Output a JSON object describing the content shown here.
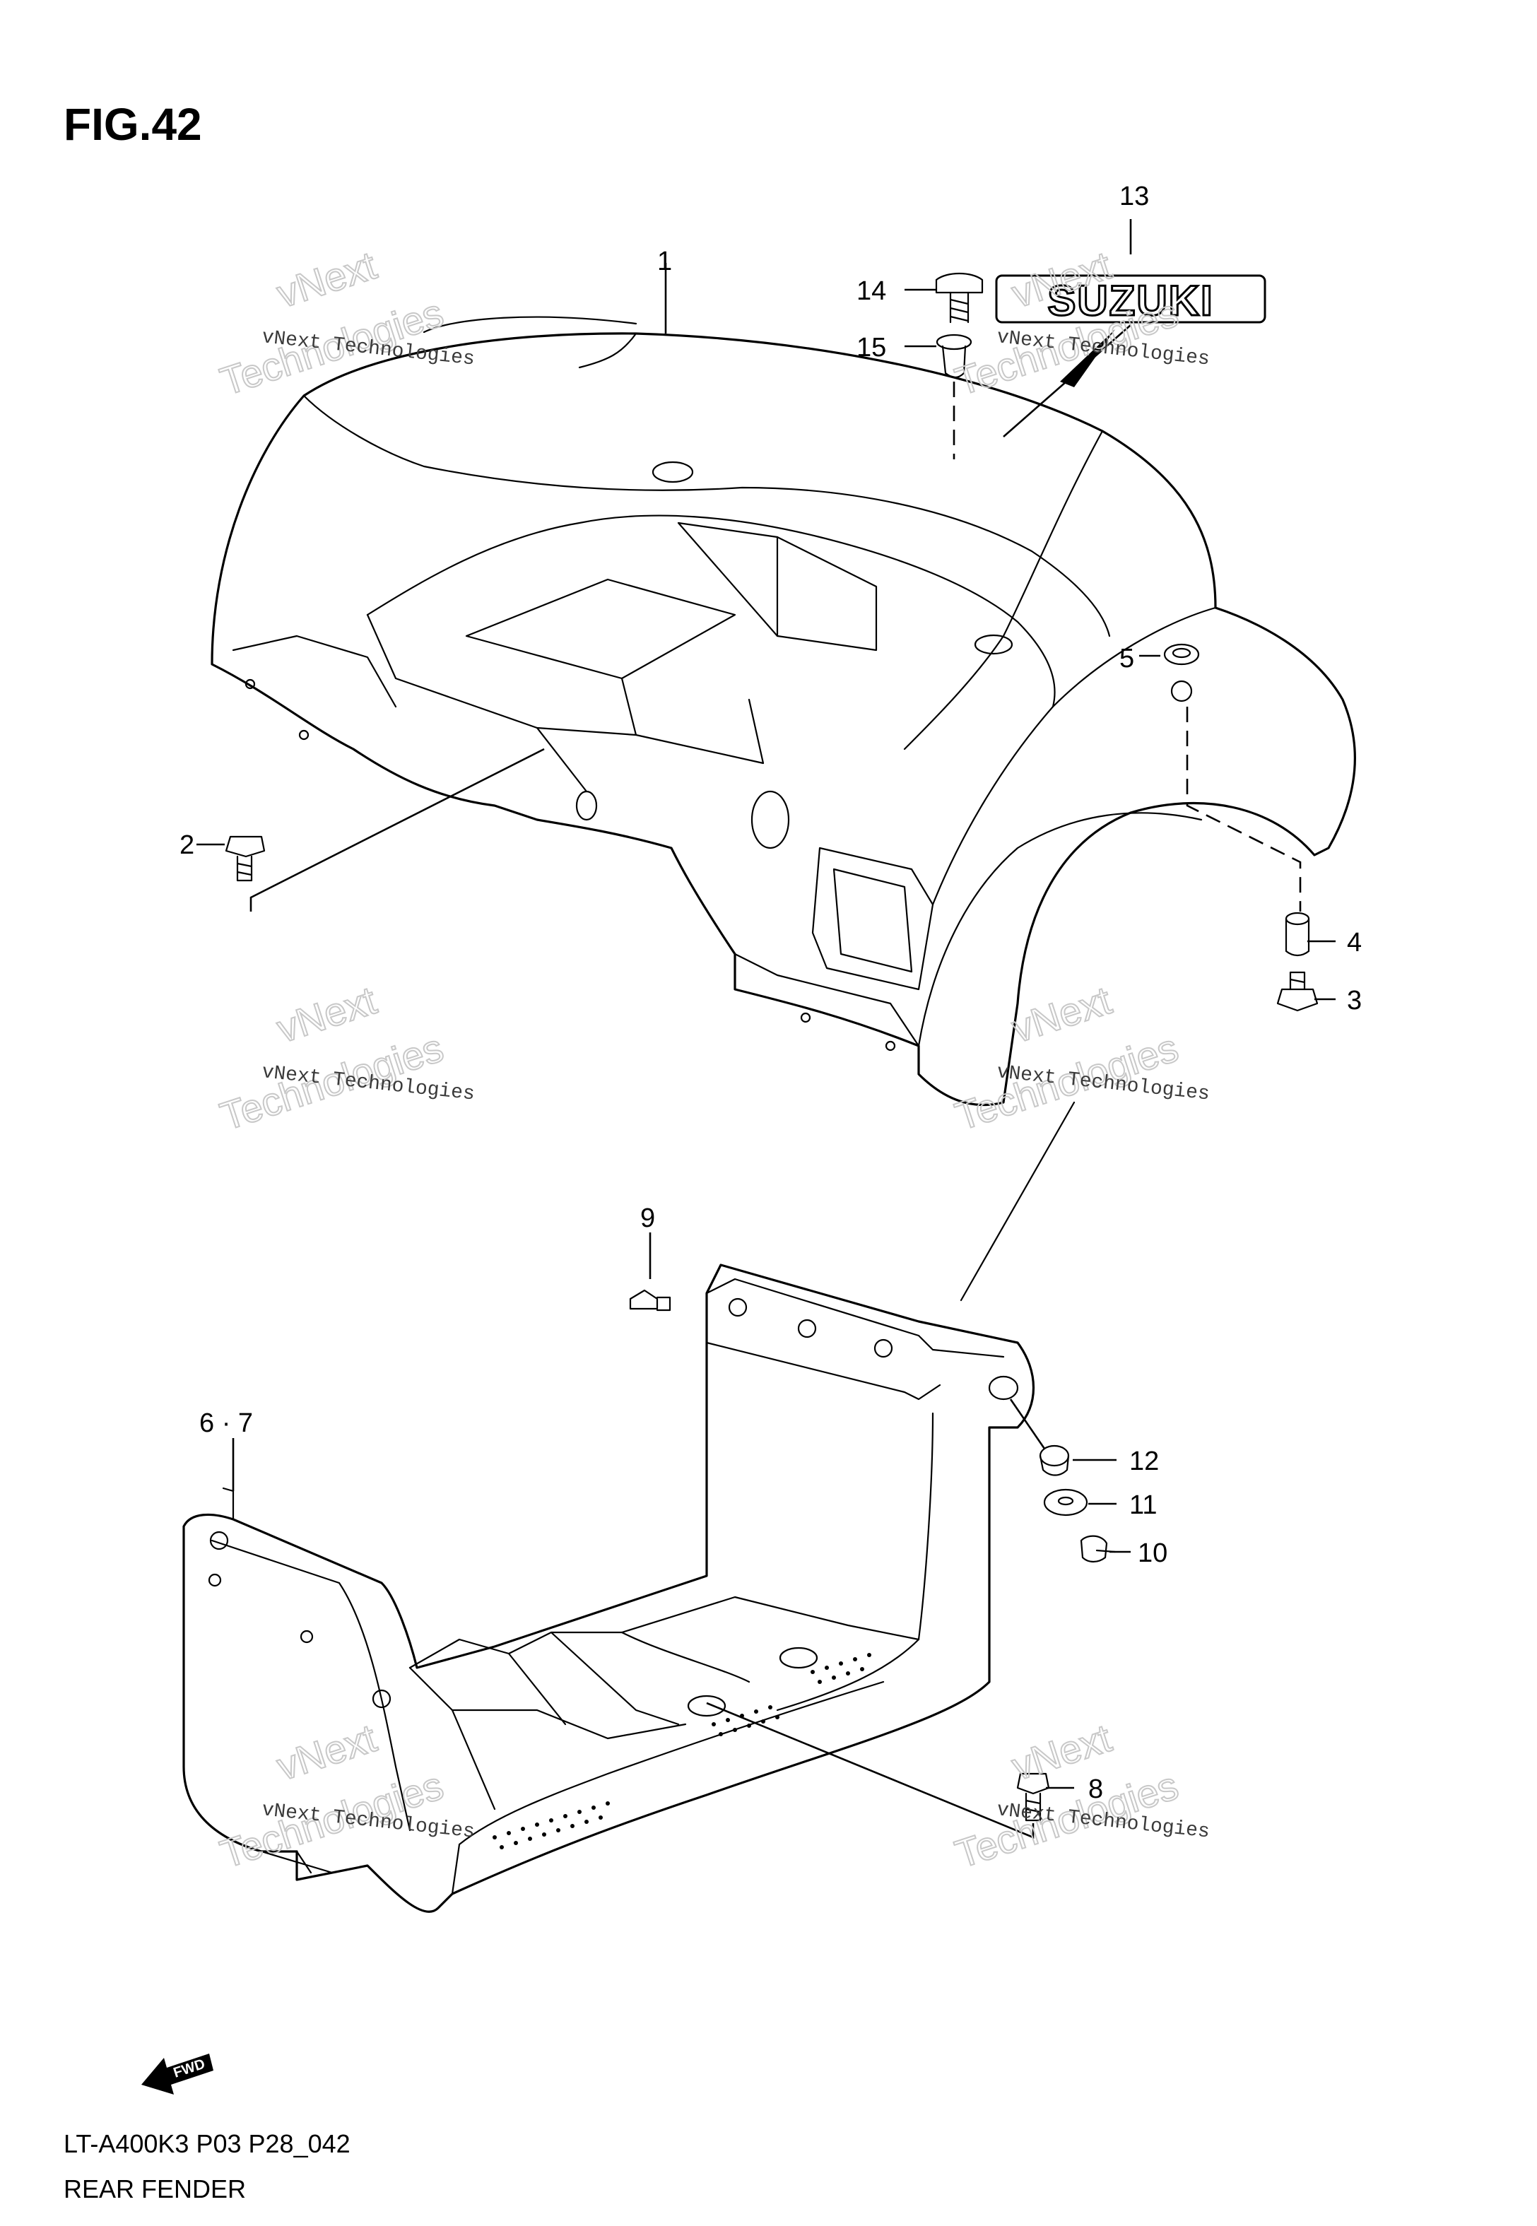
{
  "figure": {
    "title": "FIG.42"
  },
  "callouts": {
    "c1": "1",
    "c2": "2",
    "c3": "3",
    "c4": "4",
    "c5": "5",
    "c67": "6 · 7",
    "c8": "8",
    "c9": "9",
    "c10": "10",
    "c11": "11",
    "c12": "12",
    "c13": "13",
    "c14": "14",
    "c15": "15"
  },
  "logo": {
    "text": "SUZUKI"
  },
  "direction": {
    "label": "FWD"
  },
  "watermark": {
    "line1": "vNext Technologies",
    "line2": "vNext",
    "line3": "Technologies"
  },
  "footer": {
    "model_code": "LT-A400K3 P03 P28_042",
    "section_name": "REAR FENDER"
  }
}
